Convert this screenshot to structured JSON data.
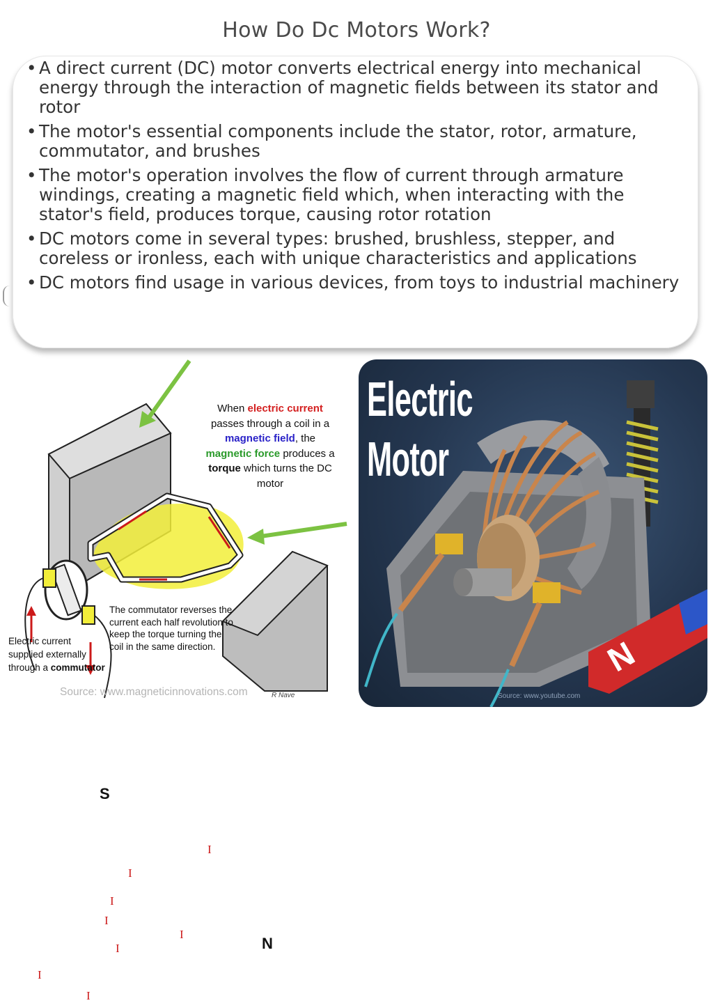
{
  "title": "How Do Dc Motors Work?",
  "bullets": [
    "A direct current (DC) motor converts electrical energy into mechanical energy through the interaction of magnetic fields between its stator and rotor",
    "The motor's essential components include the stator, rotor, armature, commutator, and brushes",
    "The motor's operation involves the flow of current through armature windings, creating a magnetic field which, when interacting with the stator's field, produces torque, causing rotor rotation",
    "DC motors come in several types: brushed, brushless, stepper, and coreless or ironless, each with unique characteristics and applications",
    "DC motors find usage in various devices, from toys to industrial machinery"
  ],
  "diagram": {
    "pole_s": "S",
    "pole_n": "N",
    "current_label": "I",
    "lead": {
      "p1": "When ",
      "electric_current": "electric current",
      "p2": " passes through a  coil in a ",
      "magnetic_field": "magnetic field",
      "p3": ", the ",
      "magnetic_force": "magnetic force",
      "p4": " produces a ",
      "torque": "torque",
      "p5": " which turns the DC motor"
    },
    "commutator_text": "The commutator reverses the current each half revolution to keep the torque turning the coil in the same direction.",
    "electric_text": "Electric current supplied externally through a ",
    "commutator_word": "commutator",
    "credit": "R Nave",
    "source": "Source: www.magneticinnovations.com",
    "colors": {
      "red": "#d42020",
      "blue": "#2a22c8",
      "green": "#2a9a2a",
      "arrow": "#7cc242",
      "highlight": "#f2ee3a"
    }
  },
  "photo": {
    "title_line1": "Electric",
    "title_line2": "Motor",
    "magnet_label": "N",
    "source": "Source: www.youtube.com"
  }
}
